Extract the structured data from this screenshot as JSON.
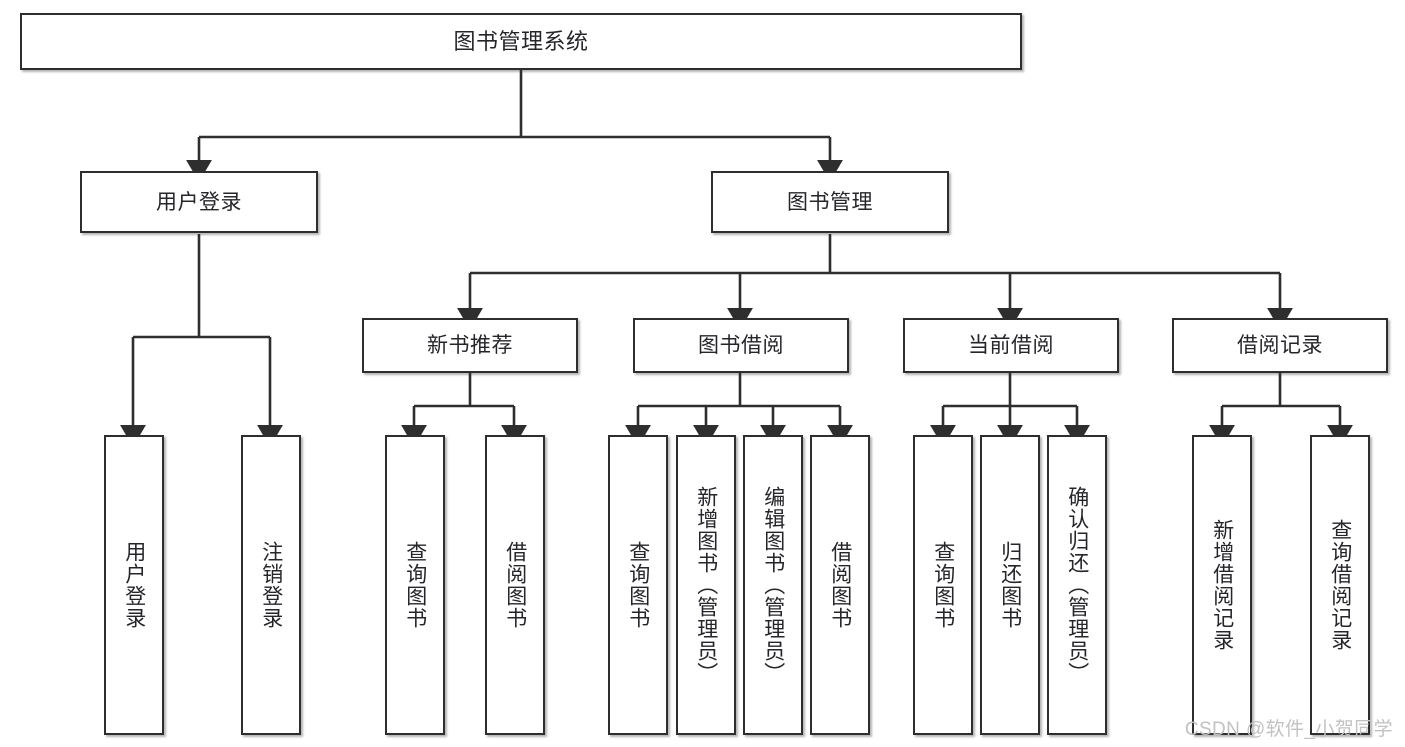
{
  "diagram": {
    "title": "图书管理系统",
    "watermark": "CSDN @软件_小贺同学",
    "colors": {
      "background": "#ffffff",
      "node_border": "#2e2e2e",
      "node_fill": "#ffffff",
      "connector": "#2e2e2e",
      "text": "#26262a",
      "watermark": "#c2c2c2"
    },
    "nodes": {
      "root": {
        "label": "图书管理系统"
      },
      "level2": [
        {
          "label": "用户登录"
        },
        {
          "label": "图书管理"
        }
      ],
      "level3": [
        {
          "label": "新书推荐"
        },
        {
          "label": "图书借阅"
        },
        {
          "label": "当前借阅"
        },
        {
          "label": "借阅记录"
        }
      ],
      "leaves": {
        "user_login": [
          {
            "label": "用户登录"
          },
          {
            "label": "注销登录"
          }
        ],
        "new_book_recommend": [
          {
            "label": "查询图书"
          },
          {
            "label": "借阅图书"
          }
        ],
        "book_borrow": [
          {
            "label": "查询图书"
          },
          {
            "label": "新增图书（管理员）"
          },
          {
            "label": "编辑图书（管理员）"
          },
          {
            "label": "借阅图书"
          }
        ],
        "current_borrow": [
          {
            "label": "查询图书"
          },
          {
            "label": "归还图书"
          },
          {
            "label": "确认归还（管理员）"
          }
        ],
        "borrow_record": [
          {
            "label": "新增借阅记录"
          },
          {
            "label": "查询借阅记录"
          }
        ]
      }
    }
  }
}
